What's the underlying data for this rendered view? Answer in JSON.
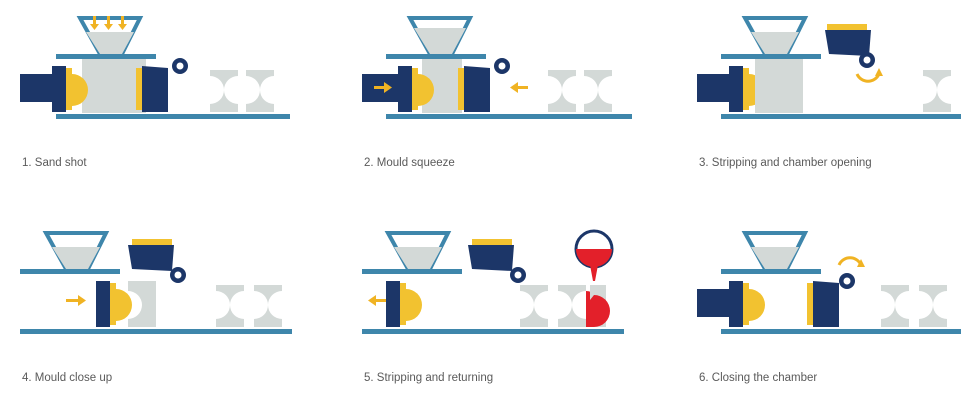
{
  "colors": {
    "navy": "#1c3668",
    "yellow": "#f2c230",
    "steel_blue": "#3e86ab",
    "sand": "#d3d9d7",
    "sand_dark": "#b9c0bd",
    "molten_red": "#e3202a",
    "arrow_orange": "#f0b323"
  },
  "steps": [
    {
      "caption": "1. Sand shot"
    },
    {
      "caption": "2. Mould squeeze"
    },
    {
      "caption": "3. Stripping and chamber opening"
    },
    {
      "caption": "4. Mould close up"
    },
    {
      "caption": "5. Stripping and returning"
    },
    {
      "caption": "6. Closing the chamber"
    }
  ]
}
